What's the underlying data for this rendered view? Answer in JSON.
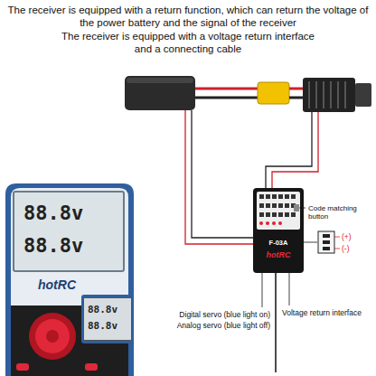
{
  "diagram": {
    "title": "The receiver is equipped with a return function, which can return the voltage of the power battery and the signal of the receiver",
    "nodes": [
      {
        "text": [
          "hotRC"
        ]
      },
      {
        "text": [
          "88.8v",
          "88.8v"
        ],
        "in": 0
      },
      {
        "text": [
          "88.8v",
          "88.8v"
        ],
        "in": 0
      },
      {
        "text": [
          "F-03A",
          "hotRC"
        ]
      }
    ],
    "labels": [
      "The receiver is equipped with a voltage return interface and a connecting cable",
      "Code matching button",
      "(+)",
      "(-)",
      "Digital servo (blue light on)",
      "Analog servo (blue light off)",
      "Voltage return interface"
    ]
  }
}
